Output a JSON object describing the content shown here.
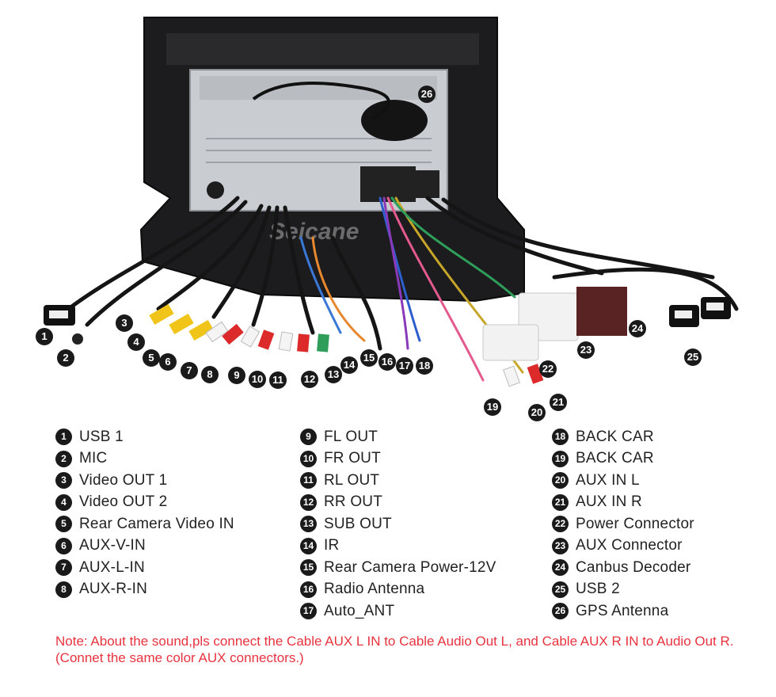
{
  "watermark": "Seicane",
  "callouts": [
    "1",
    "2",
    "3",
    "4",
    "5",
    "6",
    "7",
    "8",
    "9",
    "10",
    "11",
    "12",
    "13",
    "14",
    "15",
    "16",
    "17",
    "18",
    "19",
    "20",
    "21",
    "22",
    "23",
    "24",
    "25",
    "26"
  ],
  "legend": {
    "col1": [
      {
        "num": "1",
        "label": "USB 1"
      },
      {
        "num": "2",
        "label": "MIC"
      },
      {
        "num": "3",
        "label": "Video OUT 1"
      },
      {
        "num": "4",
        "label": "Video OUT 2"
      },
      {
        "num": "5",
        "label": "Rear Camera Video IN"
      },
      {
        "num": "6",
        "label": "AUX-V-IN"
      },
      {
        "num": "7",
        "label": "AUX-L-IN"
      },
      {
        "num": "8",
        "label": "AUX-R-IN"
      }
    ],
    "col2": [
      {
        "num": "9",
        "label": "FL OUT"
      },
      {
        "num": "10",
        "label": "FR OUT"
      },
      {
        "num": "11",
        "label": "RL OUT"
      },
      {
        "num": "12",
        "label": "RR OUT"
      },
      {
        "num": "13",
        "label": "SUB OUT"
      },
      {
        "num": "14",
        "label": "IR"
      },
      {
        "num": "15",
        "label": "Rear Camera Power-12V"
      },
      {
        "num": "16",
        "label": "Radio Antenna"
      },
      {
        "num": "17",
        "label": "Auto_ANT"
      }
    ],
    "col3": [
      {
        "num": "18",
        "label": "BACK CAR"
      },
      {
        "num": "19",
        "label": "BACK CAR"
      },
      {
        "num": "20",
        "label": "AUX IN L"
      },
      {
        "num": "21",
        "label": "AUX IN R"
      },
      {
        "num": "22",
        "label": "Power Connector"
      },
      {
        "num": "23",
        "label": "AUX Connector"
      },
      {
        "num": "24",
        "label": "Canbus Decoder"
      },
      {
        "num": "25",
        "label": "USB 2"
      },
      {
        "num": "26",
        "label": "GPS Antenna"
      }
    ]
  },
  "note": "Note: About the sound,pls connect the Cable AUX L IN to Cable Audio Out L, and Cable AUX R IN to Audio Out R.(Connet the same color AUX connectors.)"
}
